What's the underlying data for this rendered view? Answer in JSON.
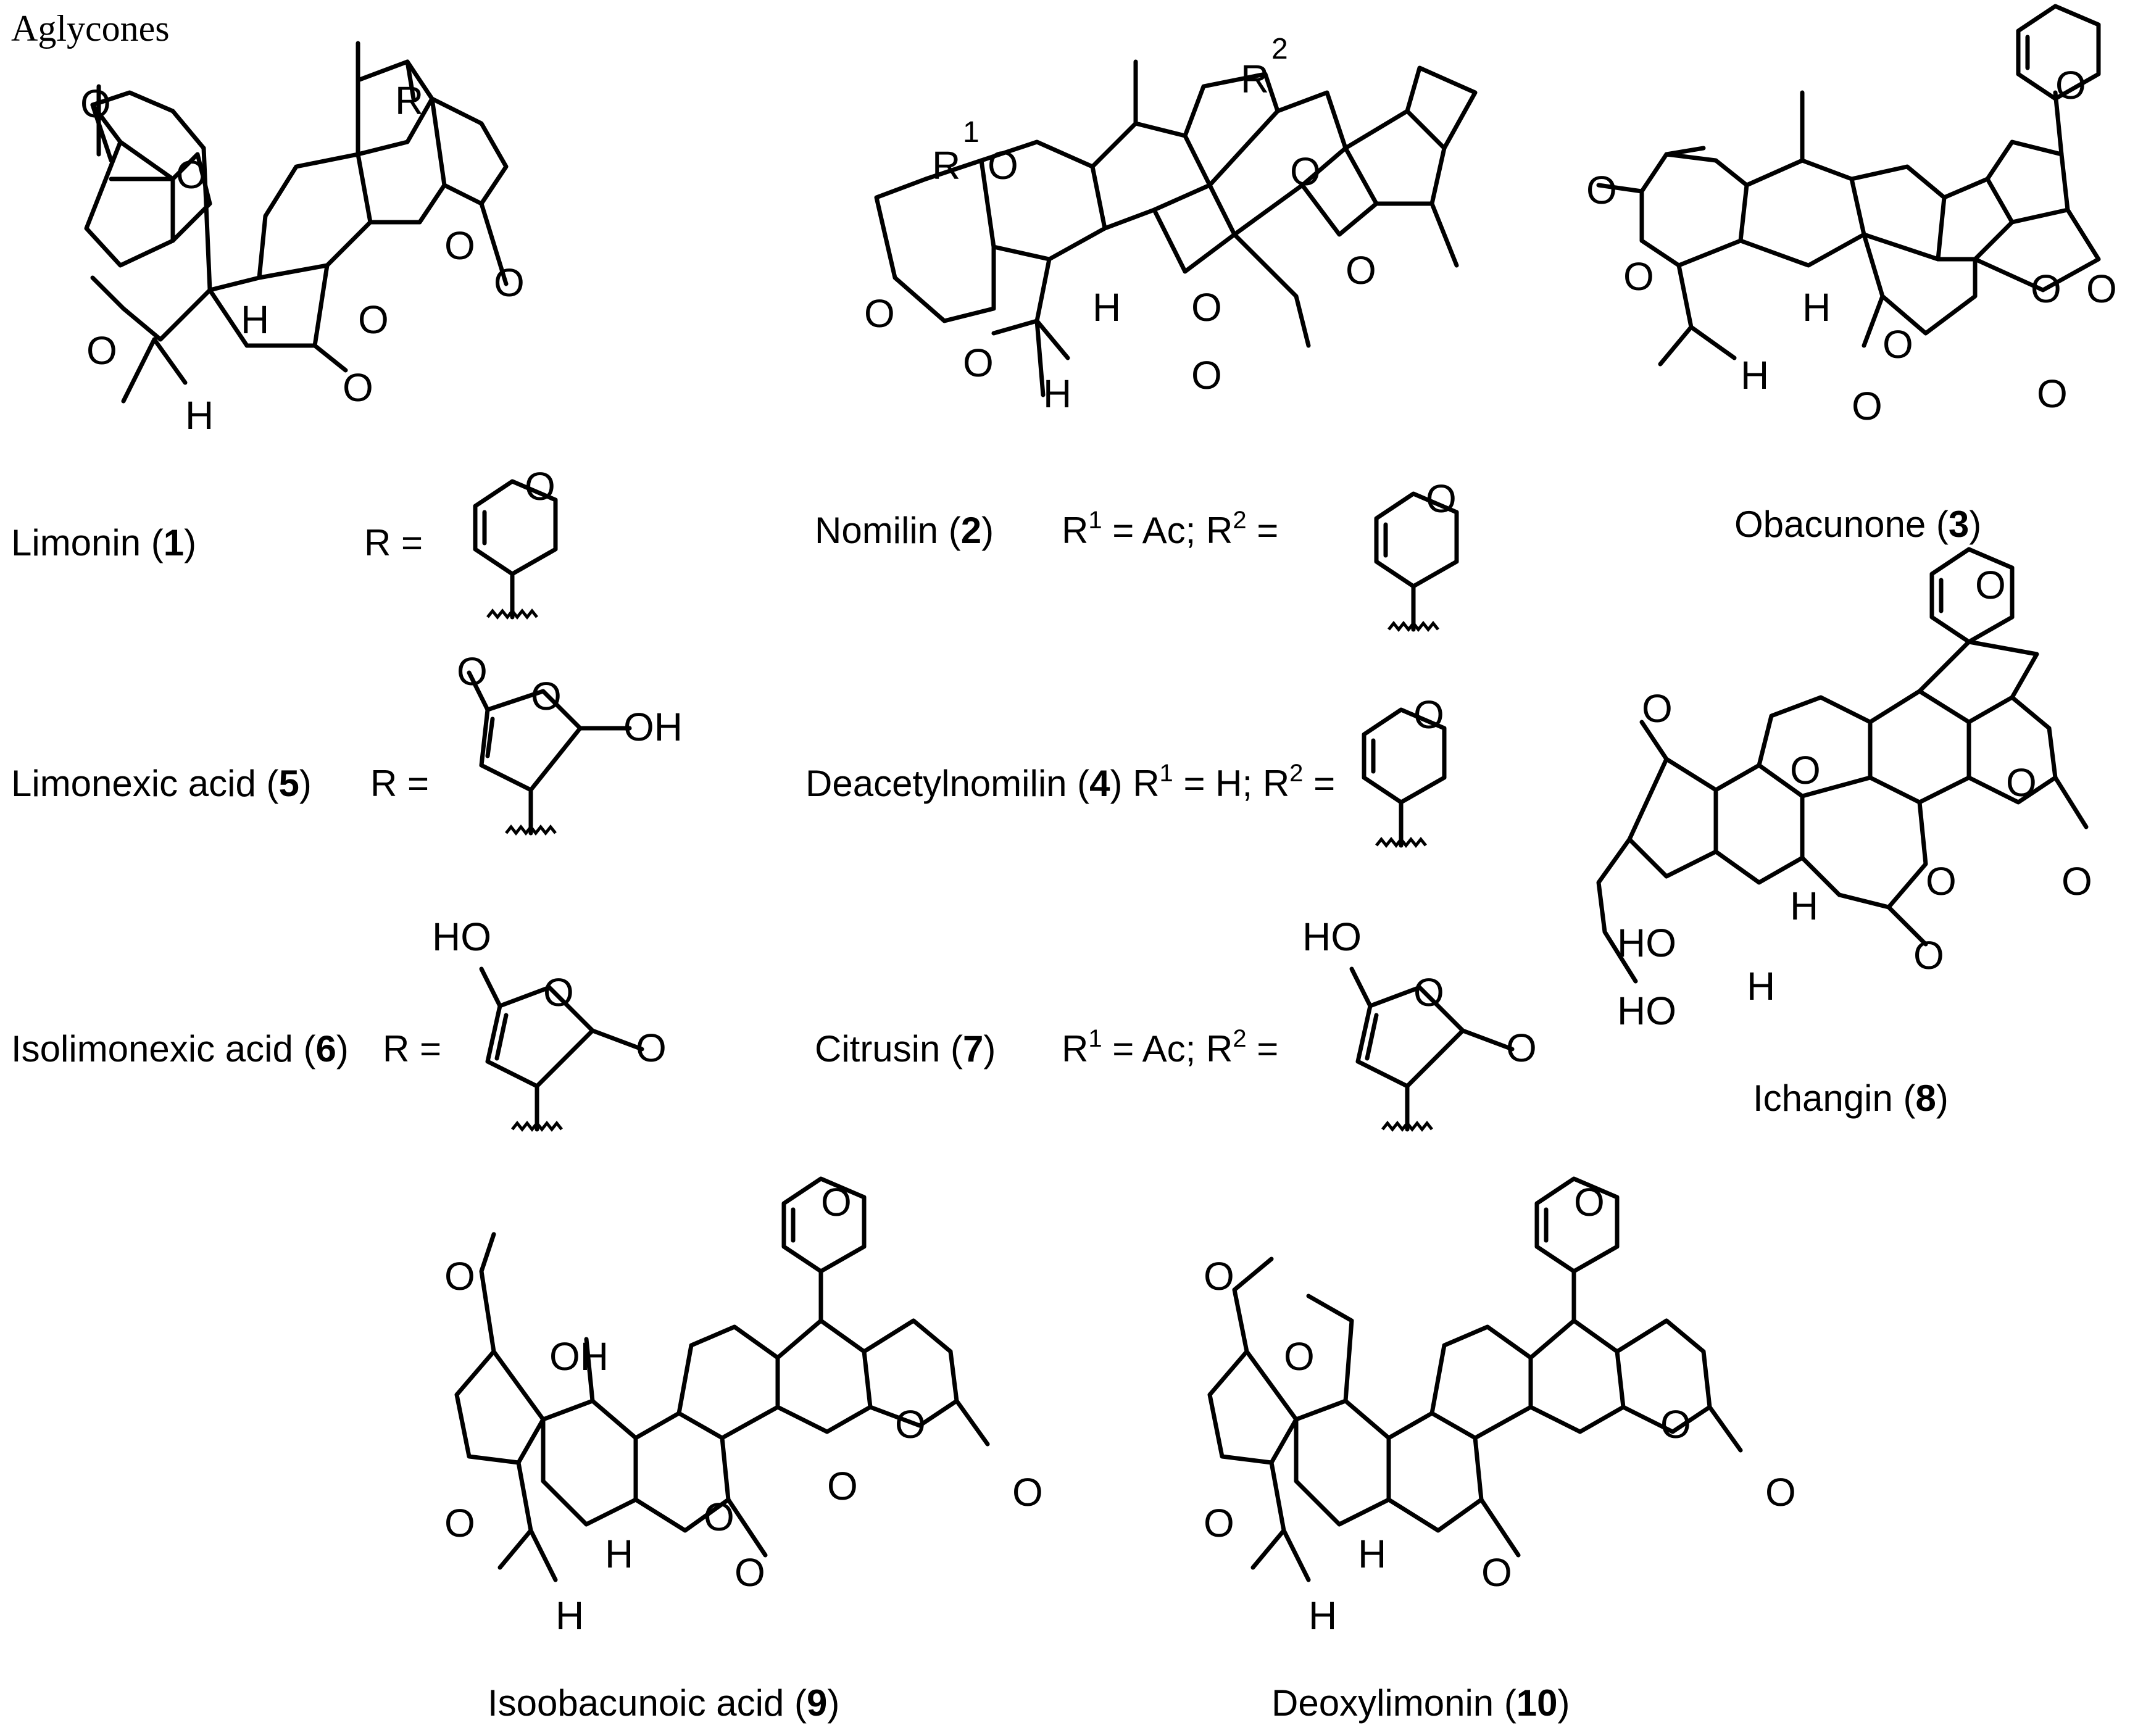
{
  "header": {
    "title": "Aglycones"
  },
  "atoms": {
    "O": "O",
    "H": "H",
    "OH": "OH",
    "HO": "HO",
    "R": "R",
    "R1": "R",
    "R2": "R",
    "sup1": "1",
    "sup2": "2"
  },
  "compounds": {
    "c1": {
      "name": "Limonin (",
      "num": "1",
      "close": ")",
      "subst": "R ="
    },
    "c2": {
      "name": "Nomilin (",
      "num": "2",
      "close": ")",
      "subst_a": "R",
      "sup1": "1",
      "subst_b": " = Ac; R",
      "sup2": "2",
      "subst_c": " ="
    },
    "c3": {
      "name": "Obacunone (",
      "num": "3",
      "close": ")"
    },
    "c4": {
      "name": "Deacetylnomilin (",
      "num": "4",
      "close": ")",
      "subst_a": " R",
      "sup1": "1",
      "subst_b": " = H; R",
      "sup2": "2",
      "subst_c": " ="
    },
    "c5": {
      "name": "Limonexic acid (",
      "num": "5",
      "close": ")",
      "subst": "R ="
    },
    "c6": {
      "name": "Isolimonexic acid (",
      "num": "6",
      "close": ")",
      "subst": "R ="
    },
    "c7": {
      "name": "Citrusin (",
      "num": "7",
      "close": ")",
      "subst_a": "R",
      "sup1": "1",
      "subst_b": " = Ac; R",
      "sup2": "2",
      "subst_c": " ="
    },
    "c8": {
      "name": "Ichangin (",
      "num": "8",
      "close": ")"
    },
    "c9": {
      "name": "Isoobacunoic acid (",
      "num": "9",
      "close": ")"
    },
    "c10": {
      "name": "Deoxylimonin (",
      "num": "10",
      "close": ")"
    }
  }
}
